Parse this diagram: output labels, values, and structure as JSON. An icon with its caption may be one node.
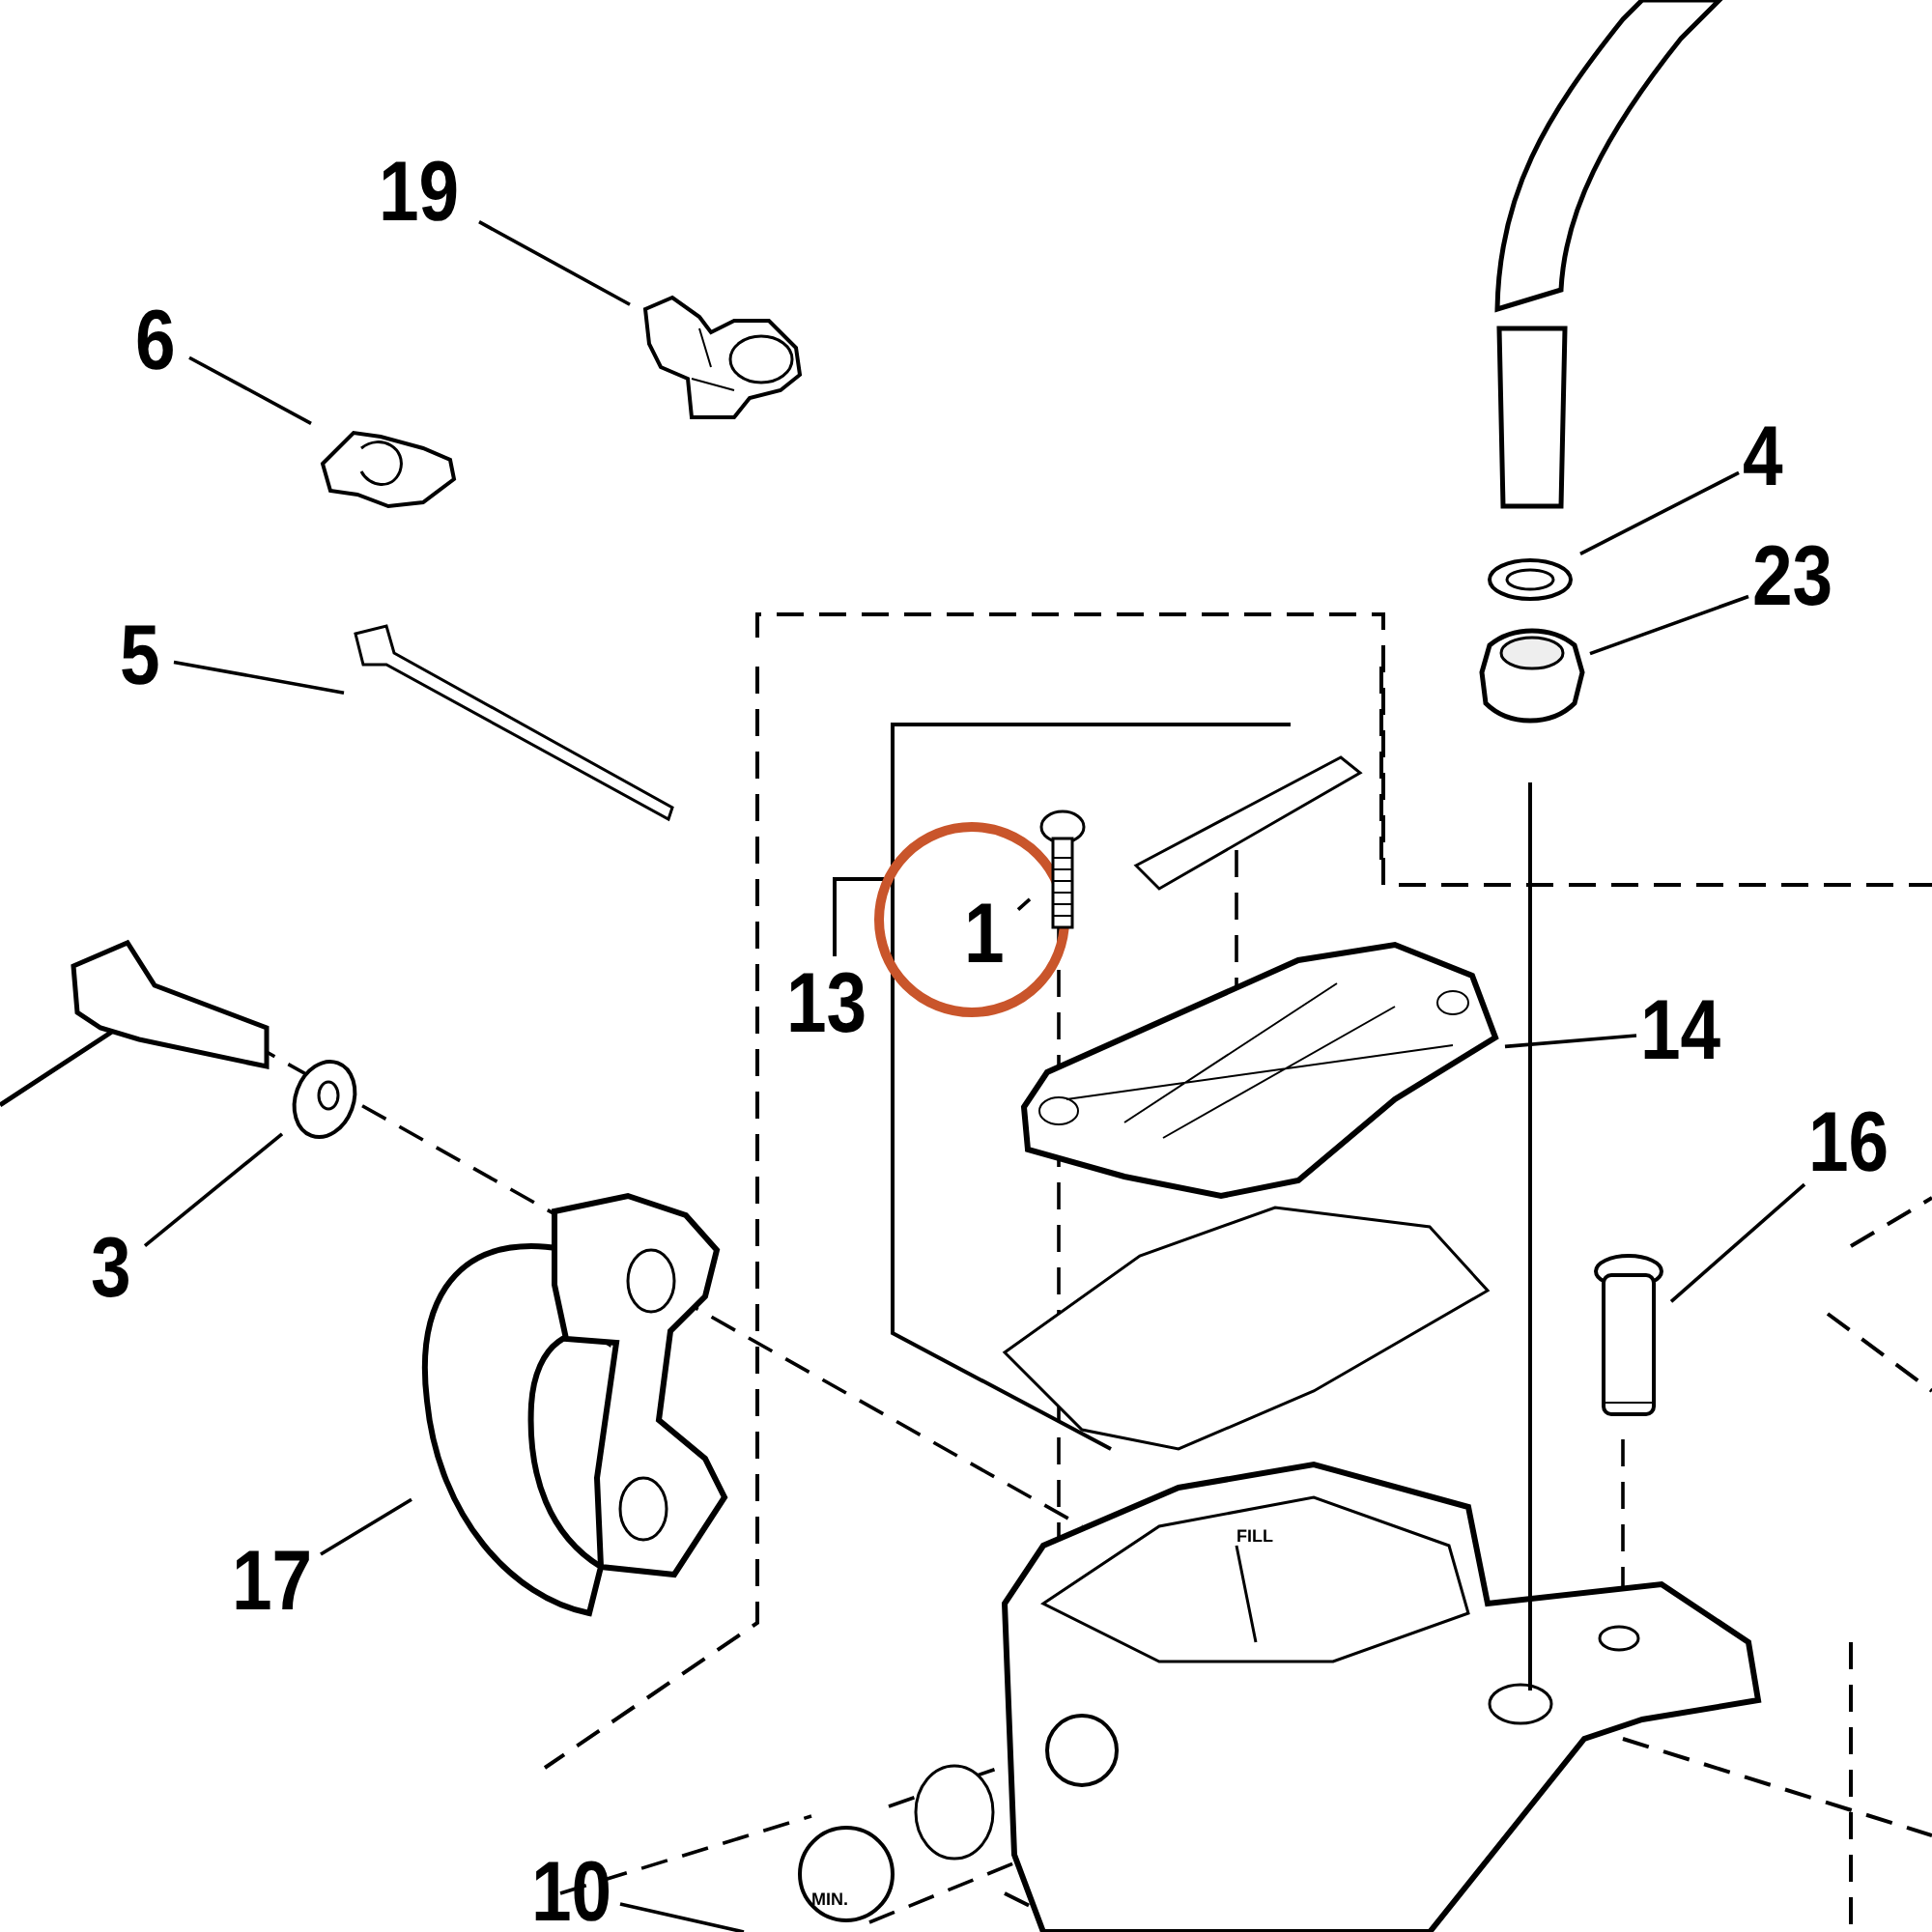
{
  "diagram": {
    "nodes": [
      {
        "text": [
          "19"
        ]
      },
      {
        "text": [],
        "shape": "picture"
      },
      {
        "text": [
          "6"
        ]
      },
      {
        "text": [],
        "shape": "picture"
      },
      {
        "text": [
          "5"
        ]
      },
      {
        "text": [],
        "shape": "picture"
      },
      {
        "text": [
          "3"
        ]
      },
      {
        "text": [],
        "shape": "picture"
      },
      {
        "text": [
          "17"
        ]
      },
      {
        "text": [],
        "shape": "picture"
      },
      {
        "text": [
          "1"
        ]
      },
      {
        "text": [],
        "shape": "picture"
      },
      {
        "text": [
          "14"
        ]
      },
      {
        "text": [],
        "shape": "picture"
      },
      {
        "text": [
          "16"
        ]
      },
      {
        "text": [],
        "shape": "picture"
      },
      {
        "text": [
          "4"
        ]
      },
      {
        "text": [],
        "shape": "picture"
      },
      {
        "text": [
          "23"
        ]
      },
      {
        "text": [],
        "shape": "picture"
      },
      {
        "text": [
          "10"
        ]
      }
    ],
    "edges": [
      {
        "from": 0,
        "to": 1,
        "arrow": "none"
      },
      {
        "from": 2,
        "to": 3,
        "arrow": "none"
      },
      {
        "from": 4,
        "to": 5,
        "arrow": "none"
      },
      {
        "from": 6,
        "to": 7,
        "arrow": "none"
      },
      {
        "from": 8,
        "to": 9,
        "arrow": "none"
      },
      {
        "from": 10,
        "to": 11,
        "arrow": "none"
      },
      {
        "from": 12,
        "to": 13,
        "arrow": "none"
      },
      {
        "from": 14,
        "to": 15,
        "arrow": "none"
      },
      {
        "from": 16,
        "to": 17,
        "arrow": "none"
      },
      {
        "from": 18,
        "to": 19,
        "arrow": "none"
      },
      {
        "from": 20,
        "to": null,
        "arrow": "none"
      }
    ],
    "labels": [
      "13",
      "FILL",
      "MIN."
    ]
  }
}
